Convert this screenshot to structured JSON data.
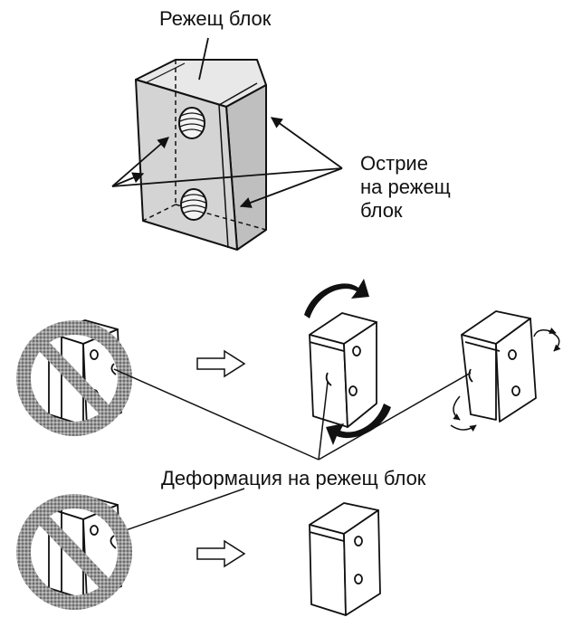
{
  "labels": {
    "cutting_block": "Режещ блок",
    "blade_edge_line1": "Острие",
    "blade_edge_line2": "на режещ",
    "blade_edge_line3": "блок",
    "deformation": "Деформация на режещ блок"
  },
  "colors": {
    "outline": "#111111",
    "block_fill": "#d9d9d9",
    "block_fill_light": "#ffffff",
    "prohibited_ring": "#8a8a8a"
  },
  "icons": [
    "prohibited-icon",
    "arrow-right-outline-icon",
    "rotate-arrow-icon"
  ]
}
